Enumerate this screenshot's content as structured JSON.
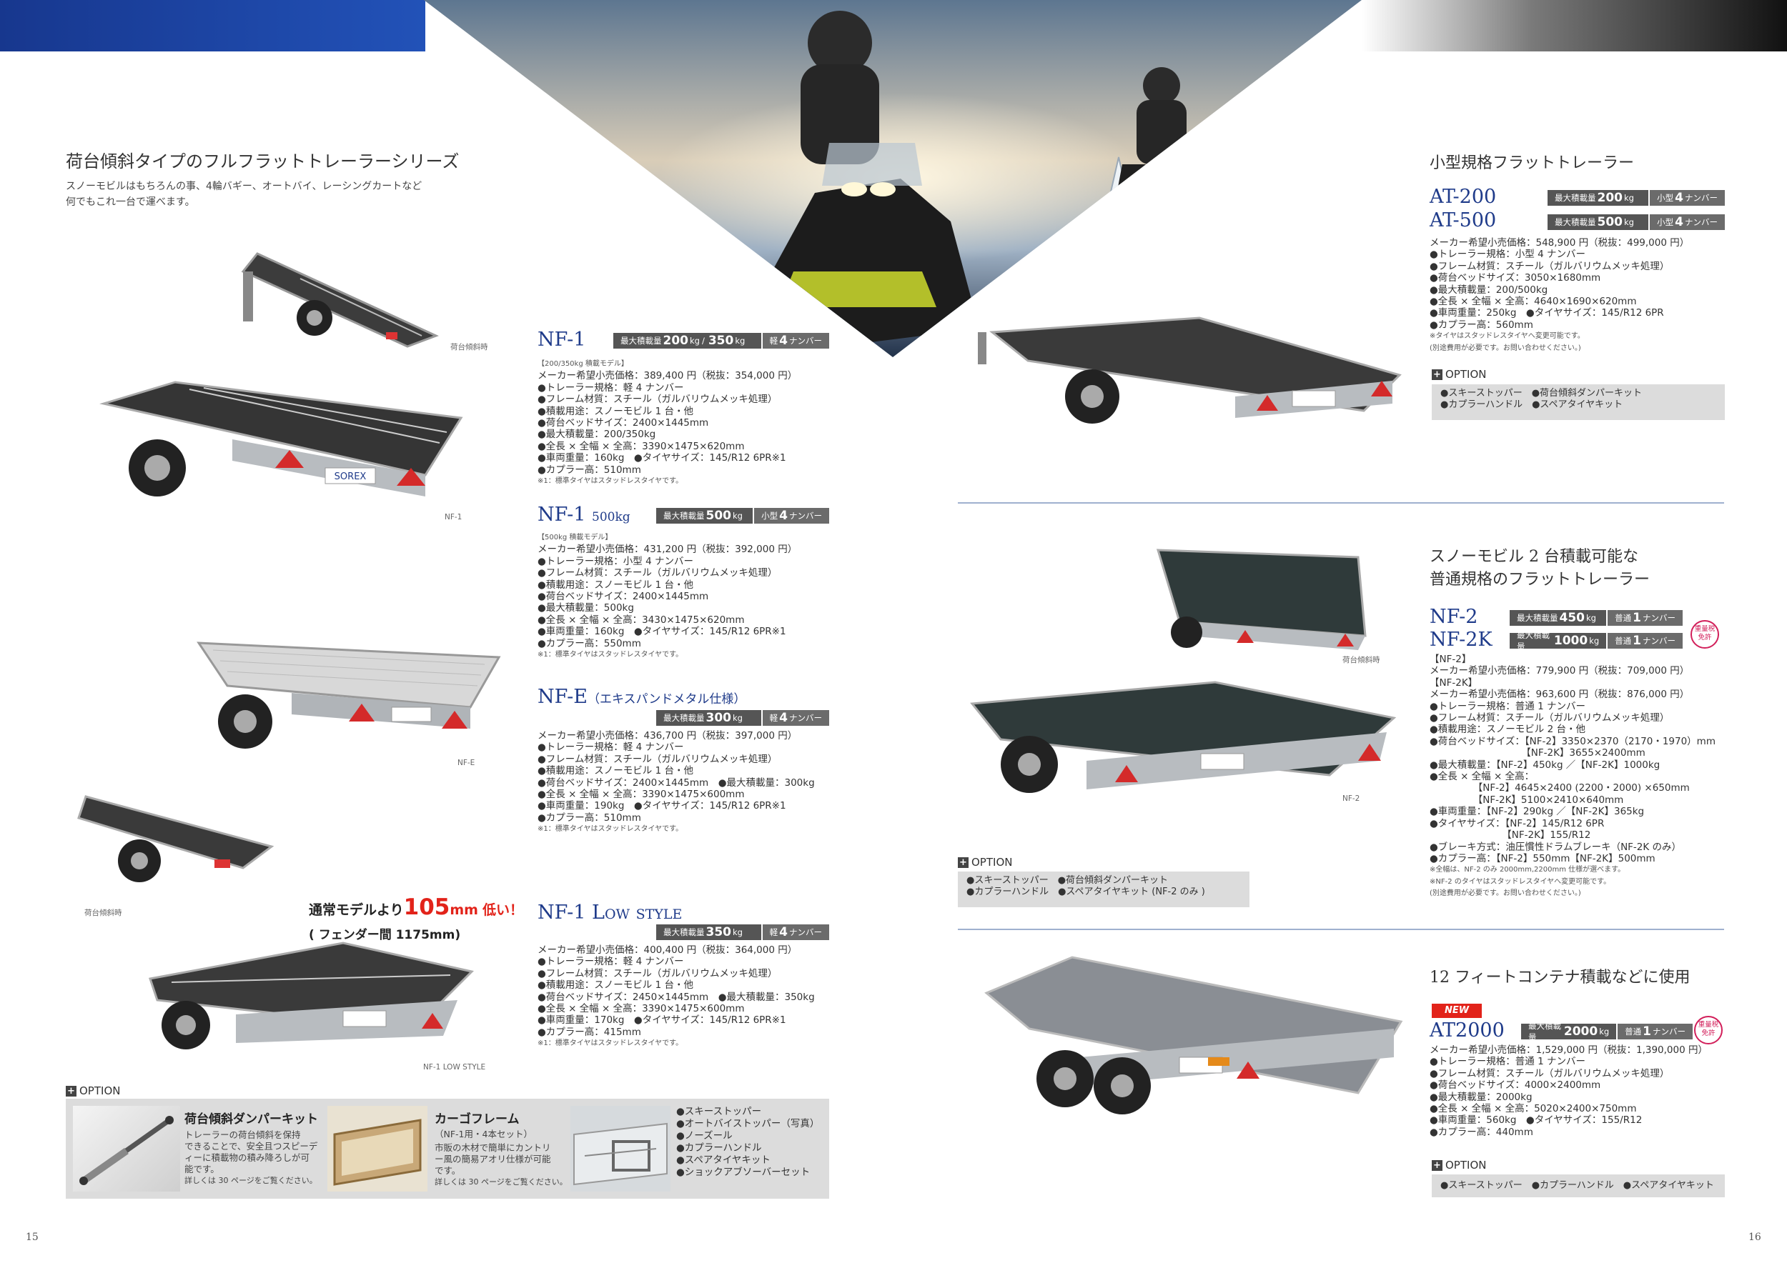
{
  "left": {
    "heading": "荷台傾斜タイプのフルフラットトレーラーシリーズ",
    "intro": [
      "スノーモビルはもちろんの事、4輪バギー、オートバイ、レーシングカートなど",
      "何でもこれ一台で運べます。"
    ],
    "captions": {
      "tilt1": "荷台傾斜時",
      "nf1": "NF-1",
      "nfe": "NF-E",
      "tilt2": "荷台傾斜時",
      "nf1ls": "NF-1 LOW STYLE"
    },
    "lowstyle_callout": {
      "pre": "通常モデルより",
      "num": "105",
      "unit": "mm",
      "post": "低い！",
      "line2": "( フェンダー間 1175mm)"
    },
    "nf1": {
      "model": "NF-1",
      "bar_label": "最大積載量",
      "bar_value": "200",
      "bar_unit": "kg",
      "bar_value2": "350",
      "bar_unit2": "kg",
      "class_a": "軽",
      "class_num": "4",
      "class_b": "ナンバー",
      "lines": [
        "【200/350kg 積載モデル】",
        "メーカー希望小売価格：389,400 円（税抜：354,000 円）",
        "●トレーラー規格：軽 4 ナンバー",
        "●フレーム材質：スチール（ガルバリウムメッキ処理）",
        "●積載用途：スノーモビル 1 台・他",
        "●荷台ベッドサイズ：2400×1445mm",
        "●最大積載量：200/350kg",
        "●全長 × 全幅 × 全高：3390×1475×620mm",
        "●車両重量：160kg　●タイヤサイズ：145/R12 6PR※1",
        "●カプラー高：510mm",
        "※1：標準タイヤはスタッドレスタイヤです。"
      ]
    },
    "nf1_500": {
      "model": "NF-1",
      "model_sub": "500kg",
      "bar_label": "最大積載量",
      "bar_value": "500",
      "bar_unit": "kg",
      "class_a": "小型",
      "class_num": "4",
      "class_b": "ナンバー",
      "lines": [
        "【500kg 積載モデル】",
        "メーカー希望小売価格：431,200 円（税抜：392,000 円）",
        "●トレーラー規格：小型 4 ナンバー",
        "●フレーム材質：スチール（ガルバリウムメッキ処理）",
        "●積載用途：スノーモビル 1 台・他",
        "●荷台ベッドサイズ：2400×1445mm",
        "●最大積載量：500kg",
        "●全長 × 全幅 × 全高：3430×1475×620mm",
        "●車両重量：160kg　●タイヤサイズ：145/R12 6PR※1",
        "●カプラー高：550mm",
        "※1：標準タイヤはスタッドレスタイヤです。"
      ]
    },
    "nfe": {
      "model": "NF-E",
      "model_sub": "（エキスパンドメタル仕様）",
      "bar_label": "最大積載量",
      "bar_value": "300",
      "bar_unit": "kg",
      "class_a": "軽",
      "class_num": "4",
      "class_b": "ナンバー",
      "lines": [
        "メーカー希望小売価格：436,700 円（税抜：397,000 円）",
        "●トレーラー規格：軽 4 ナンバー",
        "●フレーム材質：スチール（ガルバリウムメッキ処理）",
        "●積載用途：スノーモビル 1 台・他",
        "●荷台ベッドサイズ：2400×1445mm　●最大積載量：300kg",
        "●全長 × 全幅 × 全高：3390×1475×600mm",
        "●車両重量：190kg　●タイヤサイズ：145/R12 6PR※1",
        "●カプラー高：510mm",
        "※1：標準タイヤはスタッドレスタイヤです。"
      ]
    },
    "nf1ls": {
      "model": "NF-1 Low style",
      "bar_label": "最大積載量",
      "bar_value": "350",
      "bar_unit": "kg",
      "class_a": "軽",
      "class_num": "4",
      "class_b": "ナンバー",
      "lines": [
        "メーカー希望小売価格：400,400 円（税抜：364,000 円）",
        "●トレーラー規格：軽 4 ナンバー",
        "●フレーム材質：スチール（ガルバリウムメッキ処理）",
        "●積載用途：スノーモビル 1 台・他",
        "●荷台ベッドサイズ：2450×1445mm　●最大積載量：350kg",
        "●全長 × 全幅 × 全高：3390×1475×600mm",
        "●車両重量：170kg　●タイヤサイズ：145/R12 6PR※1",
        "●カプラー高：415mm",
        "※1：標準タイヤはスタッドレスタイヤです。"
      ]
    },
    "option": {
      "label": "OPTION",
      "item1_title": "荷台傾斜ダンパーキット",
      "item1_text": [
        "トレーラーの荷台傾斜を保持",
        "できることで、安全且つスピーデ",
        "ィーに積載物の積み降ろしが可",
        "能です。",
        "詳しくは 30 ページをご覧ください。"
      ],
      "item2_title": "カーゴフレーム",
      "item2_sub": "（NF-1用・4本セット）",
      "item2_text": [
        "市販の木材で簡単にカントリ",
        "ー風の簡易アオリ仕様が可能",
        "です。",
        "詳しくは 30 ページをご覧ください。"
      ],
      "list": [
        "●スキーストッパー",
        "●オートバイストッパー（写真）",
        "●ノーズール",
        "●カプラーハンドル",
        "●スペアタイヤキット",
        "●ショックアブソーバーセット"
      ]
    },
    "page_number": "15"
  },
  "right": {
    "sec1_title": "小型規格フラットトレーラー",
    "at200": {
      "model": "AT-200",
      "bar_label": "最大積載量",
      "bar_value": "200",
      "bar_unit": "kg",
      "class_a": "小型",
      "class_num": "4",
      "class_b": "ナンバー"
    },
    "at500": {
      "model": "AT-500",
      "bar_label": "最大積載量",
      "bar_value": "500",
      "bar_unit": "kg",
      "class_a": "小型",
      "class_num": "4",
      "class_b": "ナンバー"
    },
    "at_lines": [
      "メーカー希望小売価格：548,900 円（税抜：499,000 円）",
      "●トレーラー規格：小型 4 ナンバー",
      "●フレーム材質：スチール（ガルバリウムメッキ処理）",
      "●荷台ベッドサイズ：3050×1680mm",
      "●最大積載量：200/500kg",
      "●全長 × 全幅 × 全高：4640×1690×620mm",
      "●車両重量：250kg　●タイヤサイズ：145/R12 6PR",
      "●カプラー高：560mm",
      "※タイヤはスタッドレスタイヤへ変更可能です。",
      "(別途費用が必要です。お問い合わせください。)"
    ],
    "at_option_label": "OPTION",
    "at_option": [
      "●スキーストッパー　●荷台傾斜ダンパーキット",
      "●カプラーハンドル　●スペアタイヤキット"
    ],
    "sec2_title": [
      "スノーモビル 2 台積載可能な",
      "普通規格のフラットトレーラー"
    ],
    "nf2": {
      "model": "NF-2",
      "bar_label": "最大積載量",
      "bar_value": "450",
      "bar_unit": "kg",
      "class_a": "普通",
      "class_num": "1",
      "class_b": "ナンバー"
    },
    "nf2k": {
      "model": "NF-2K",
      "bar_label": "最大積載量",
      "bar_value": "1000",
      "bar_unit": "kg",
      "class_a": "普通",
      "class_num": "1",
      "class_b": "ナンバー"
    },
    "badge": [
      "重量税",
      "免許"
    ],
    "nf2_lines": [
      "【NF-2】",
      "メーカー希望小売価格：779,900 円（税抜：709,000 円）",
      "【NF-2K】",
      "メーカー希望小売価格：963,600 円（税抜：876,000 円）",
      "●トレーラー規格：普通 1 ナンバー",
      "●フレーム材質：スチール（ガルバリウムメッキ処理）",
      "●積載用途：スノーモビル 2 台・他",
      "●荷台ベッドサイズ：【NF-2】3350×2370（2170・1970）mm",
      "　　　　　　　　　　【NF-2K】3655×2400mm",
      "●最大積載量：【NF-2】450kg ／【NF-2K】1000kg",
      "●全長 × 全幅 × 全高：",
      "　　　　　【NF-2】4645×2400 (2200・2000) ×650mm",
      "　　　　　【NF-2K】5100×2410×640mm",
      "●車両重量：【NF-2】290kg ／【NF-2K】365kg",
      "●タイヤサイズ：【NF-2】145/R12 6PR",
      "　　　　　　　　【NF-2K】155/R12",
      "●ブレーキ方式：油圧慣性ドラムブレーキ（NF-2K のみ）",
      "●カプラー高：【NF-2】550mm【NF-2K】500mm",
      "※全幅は、NF-2 のみ 2000mm,2200mm 仕様が選べます。",
      "※NF-2 のタイヤはスタッドレスタイヤへ変更可能です。",
      "(別途費用が必要です。お問い合わせください。)"
    ],
    "nf2_option_label": "OPTION",
    "nf2_option": [
      "●スキーストッパー　●荷台傾斜ダンパーキット",
      "●カプラーハンドル　●スペアタイヤキット (NF-2 のみ )"
    ],
    "captions": {
      "tilt": "荷台傾斜時",
      "nf2": "NF-2"
    },
    "sec3_title": "12 フィートコンテナ積載などに使用",
    "new_label": "NEW",
    "at2000": {
      "model": "AT2000",
      "bar_label": "最大積載量",
      "bar_value": "2000",
      "bar_unit": "kg",
      "class_a": "普通",
      "class_num": "1",
      "class_b": "ナンバー"
    },
    "at2000_lines": [
      "メーカー希望小売価格：1,529,000 円（税抜：1,390,000 円）",
      "●トレーラー規格：普通 1 ナンバー",
      "●フレーム材質：スチール（ガルバリウムメッキ処理）",
      "●荷台ベッドサイズ：4000×2400mm",
      "●最大積載量：2000kg",
      "●全長 × 全幅 × 全高：5020×2400×750mm",
      "●車両重量：560kg　●タイヤサイズ：155/R12",
      "●カプラー高：440mm"
    ],
    "at2000_option_label": "OPTION",
    "at2000_option": "●スキーストッパー　●カプラーハンドル　●スペアタイヤキット",
    "page_number": "16"
  },
  "brand": "SOREX",
  "colors": {
    "navy": "#1f3b8a",
    "blue_band": "#1d4aa8",
    "bar": "#555555",
    "option_bg": "#dcdcdc",
    "accent_red": "#e2231a"
  }
}
